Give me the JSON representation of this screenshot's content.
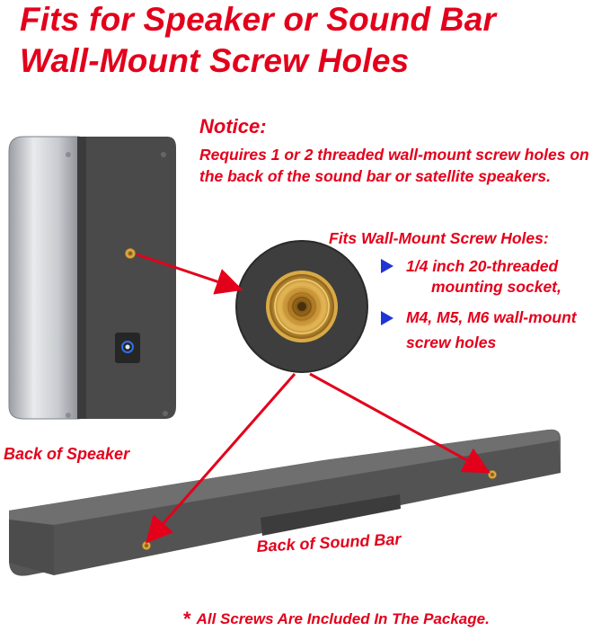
{
  "title": {
    "line1": "Fits for Speaker or Sound Bar",
    "line2": "Wall-Mount Screw Holes"
  },
  "notice": {
    "heading": "Notice:",
    "body": "Requires 1 or 2 threaded wall-mount screw holes on the back of the sound bar or satellite speakers."
  },
  "fits": {
    "heading": "Fits Wall-Mount Screw Holes:",
    "items": [
      {
        "line1": "1/4 inch 20-threaded",
        "line2": "mounting socket,"
      },
      {
        "line1": "M4, M5, M6 wall-mount",
        "line2": "screw holes"
      }
    ]
  },
  "captions": {
    "speaker": "Back of Speaker",
    "soundbar": "Back of Sound Bar"
  },
  "footer": {
    "star": "*",
    "text": "All Screws Are Included In The Package."
  },
  "colors": {
    "accent_red": "#e3001b",
    "bullet_blue": "#1f35d6",
    "device_gray": "#4a4a4a",
    "brass": "#c8902a",
    "indicator_blue": "#2f6fe8"
  },
  "icons": {
    "bullet": "blue-triangle-icon",
    "power": "power-button-icon"
  }
}
